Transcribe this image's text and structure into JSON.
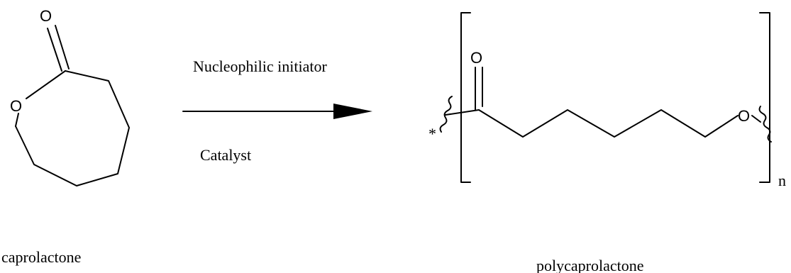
{
  "reaction": {
    "reactant": {
      "name": "caprolactone",
      "atoms": {
        "carbonyl_o": "O",
        "ring_o": "O"
      }
    },
    "conditions": {
      "above_arrow": "Nucleophilic initiator",
      "below_arrow": "Catalyst"
    },
    "product": {
      "name": "polycaprolactone",
      "atoms": {
        "carbonyl_o": "O",
        "chain_o": "O"
      },
      "end_marker": "*",
      "repeat_subscript": "n"
    }
  }
}
